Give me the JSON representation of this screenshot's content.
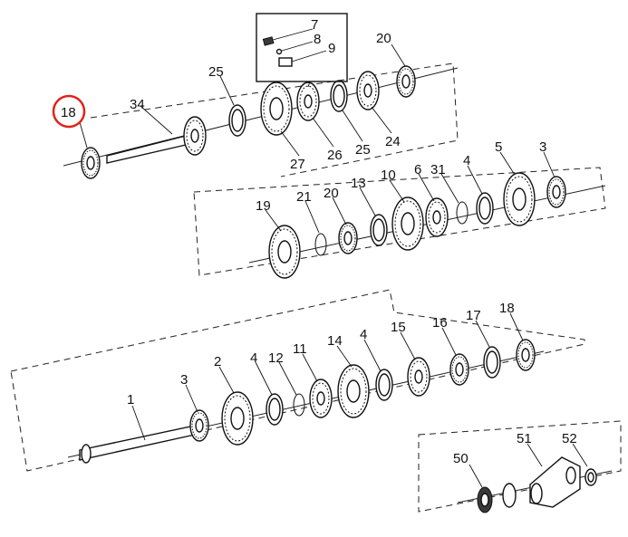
{
  "highlight_color": "#e0231b",
  "labels": {
    "l18a": "18",
    "l34": "34",
    "l25a": "25",
    "l27": "27",
    "l26": "26",
    "l25b": "25",
    "l24": "24",
    "l20a": "20",
    "l7": "7",
    "l8": "8",
    "l9": "9",
    "l19": "19",
    "l21": "21",
    "l20b": "20",
    "l13": "13",
    "l10": "10",
    "l6": "6",
    "l31": "31",
    "l4a": "4",
    "l5": "5",
    "l3a": "3",
    "l1": "1",
    "l3b": "3",
    "l2": "2",
    "l4b": "4",
    "l12": "12",
    "l11": "11",
    "l14": "14",
    "l4c": "4",
    "l15": "15",
    "l16": "16",
    "l17": "17",
    "l18b": "18",
    "l50": "50",
    "l51": "51",
    "l52": "52"
  }
}
